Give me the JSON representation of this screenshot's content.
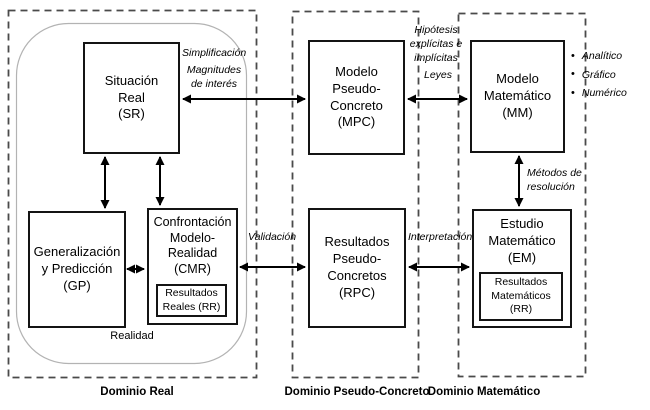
{
  "diagram": {
    "title_context": "Ciclo de modelación entre dominios",
    "colors": {
      "background": "#ffffff",
      "box_border": "#141414",
      "dashed_border": "#4a4a4a",
      "rounded_border": "#b3b3b3",
      "arrow": "#000000",
      "text": "#000000"
    },
    "domains": {
      "real": {
        "label": "Dominio Real",
        "region_label": "Realidad"
      },
      "pseudo": {
        "label": "Dominio Pseudo-Concreto"
      },
      "math": {
        "label": "Dominio Matemático"
      }
    },
    "boxes": {
      "sr": {
        "label": "Situación\nReal\n(SR)"
      },
      "mpc": {
        "label": "Modelo\nPseudo-\nConcreto\n(MPC)"
      },
      "mm": {
        "label": "Modelo\nMatemático\n(MM)"
      },
      "gp": {
        "label": "Generalización\ny Predicción\n(GP)"
      },
      "cmr": {
        "label": "Confrontación\nModelo-\nRealidad\n(CMR)",
        "nested_label": "Resultados\nReales (RR)"
      },
      "rpc": {
        "label": "Resultados\nPseudo-\nConcretos\n(RPC)"
      },
      "em": {
        "label": "Estudio\nMatemático\n(EM)",
        "nested_label": "Resultados\nMatemáticos\n(RR)"
      }
    },
    "annotations": {
      "simplificacion": "Simplificación",
      "magnitudes": "Magnitudes\nde interés",
      "hipotesis": "Hipótesis\nexplícitas e\nimplícitas",
      "leyes": "Leyes",
      "metodos": "Métodos de\nresolución",
      "validacion": "Validación",
      "interpretacion": "Interpretación",
      "bullets": [
        "Analítico",
        "Gráfico",
        "Numérico"
      ],
      "bullet_glyph": "•"
    }
  }
}
